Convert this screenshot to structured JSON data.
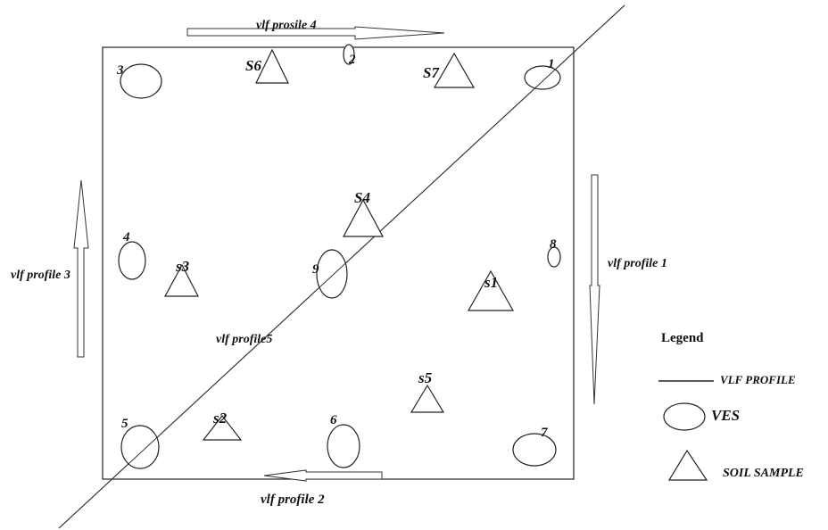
{
  "ves_points": [
    "1",
    "2",
    "3",
    "4",
    "5",
    "6",
    "7",
    "8",
    "9"
  ],
  "soil_samples": [
    "S6",
    "S7",
    "S4",
    "s3",
    "s1",
    "s5",
    "s2"
  ],
  "profiles": {
    "p1": "vlf profile 1",
    "p2": "vlf profile 2",
    "p3": "vlf profile 3",
    "p4": "vlf prosile 4",
    "p5": "vlf profile5"
  },
  "legend": {
    "title": "Legend",
    "items": [
      {
        "symbol": "line",
        "label": "VLF PROFILE"
      },
      {
        "symbol": "ellipse",
        "label": "VES"
      },
      {
        "symbol": "triangle",
        "label": "SOIL SAMPLE"
      }
    ]
  },
  "colors": {
    "stroke": "#222222",
    "text": "#111111",
    "background": "#ffffff"
  }
}
